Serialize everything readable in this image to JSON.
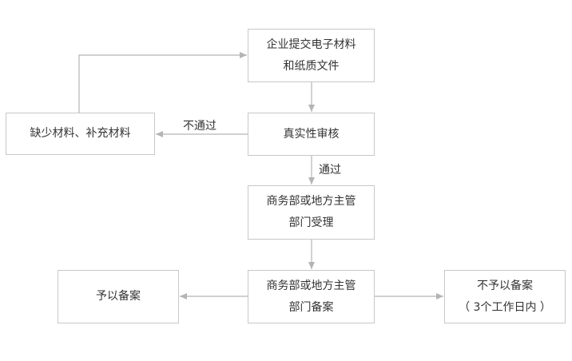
{
  "diagram": {
    "colors": {
      "line": "#b4b4b4",
      "border": "#c8c8c8",
      "text": "#333333"
    },
    "nodes": {
      "submit": {
        "line1": "企业提交电子材料",
        "line2": "和纸质文件"
      },
      "supplement": {
        "line1": "缺少材料、补充材料"
      },
      "verify": {
        "line1": "真实性审核"
      },
      "accept": {
        "line1": "商务部或地方主管",
        "line2": "部门受理"
      },
      "record": {
        "line1": "商务部或地方主管",
        "line2": "部门备案"
      },
      "approved": {
        "line1": "予以备案"
      },
      "rejected": {
        "line1": "不予以备案",
        "line2": "（ 3个工作日内 ）"
      }
    },
    "edges": {
      "fail_label": "不通过",
      "pass_label": "通过"
    }
  }
}
